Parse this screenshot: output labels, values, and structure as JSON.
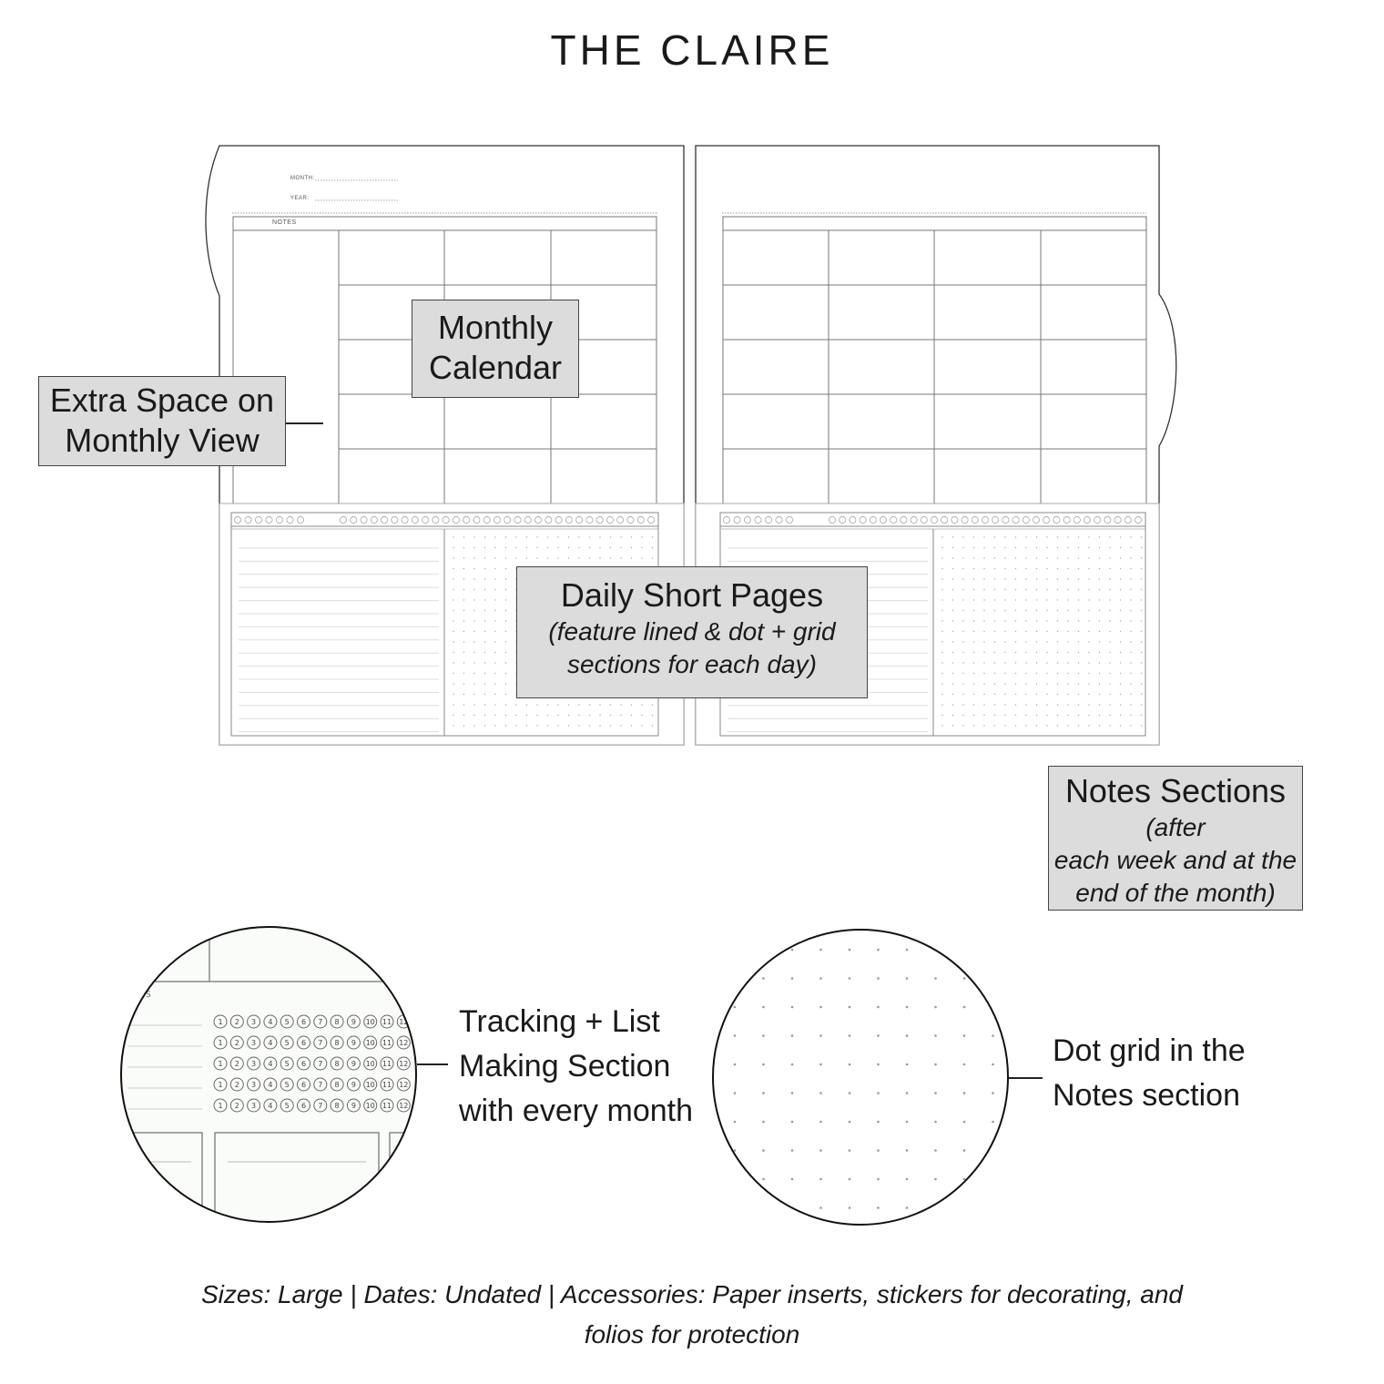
{
  "title": "THE CLAIRE",
  "spread": {
    "left_page": {
      "month_label": "MONTH:",
      "year_label": "YEAR:",
      "notes_label": "NOTES"
    }
  },
  "labels": {
    "monthly_calendar": {
      "line1": "Monthly",
      "line2": "Calendar"
    },
    "extra_space": {
      "line1": "Extra Space on",
      "line2": "Monthly View"
    },
    "daily_short_pages": {
      "main": "Daily Short Pages",
      "sub1": "(feature lined & dot + grid",
      "sub2": "sections for each day)"
    },
    "notes_sections": {
      "main": "Notes Sections",
      "sub1": "(after",
      "sub2": "each week and at the",
      "sub3": "end of the month)"
    }
  },
  "zooms": {
    "tracking": {
      "line1": "Tracking + List",
      "line2": "Making Section",
      "line3": "with every month"
    },
    "dot_grid": {
      "line1": "Dot grid in the",
      "line2": "Notes section"
    }
  },
  "footer": {
    "line1": "Sizes: Large | Dates: Undated | Accessories: Paper inserts, stickers for decorating, and",
    "line2": "folios for protection"
  }
}
